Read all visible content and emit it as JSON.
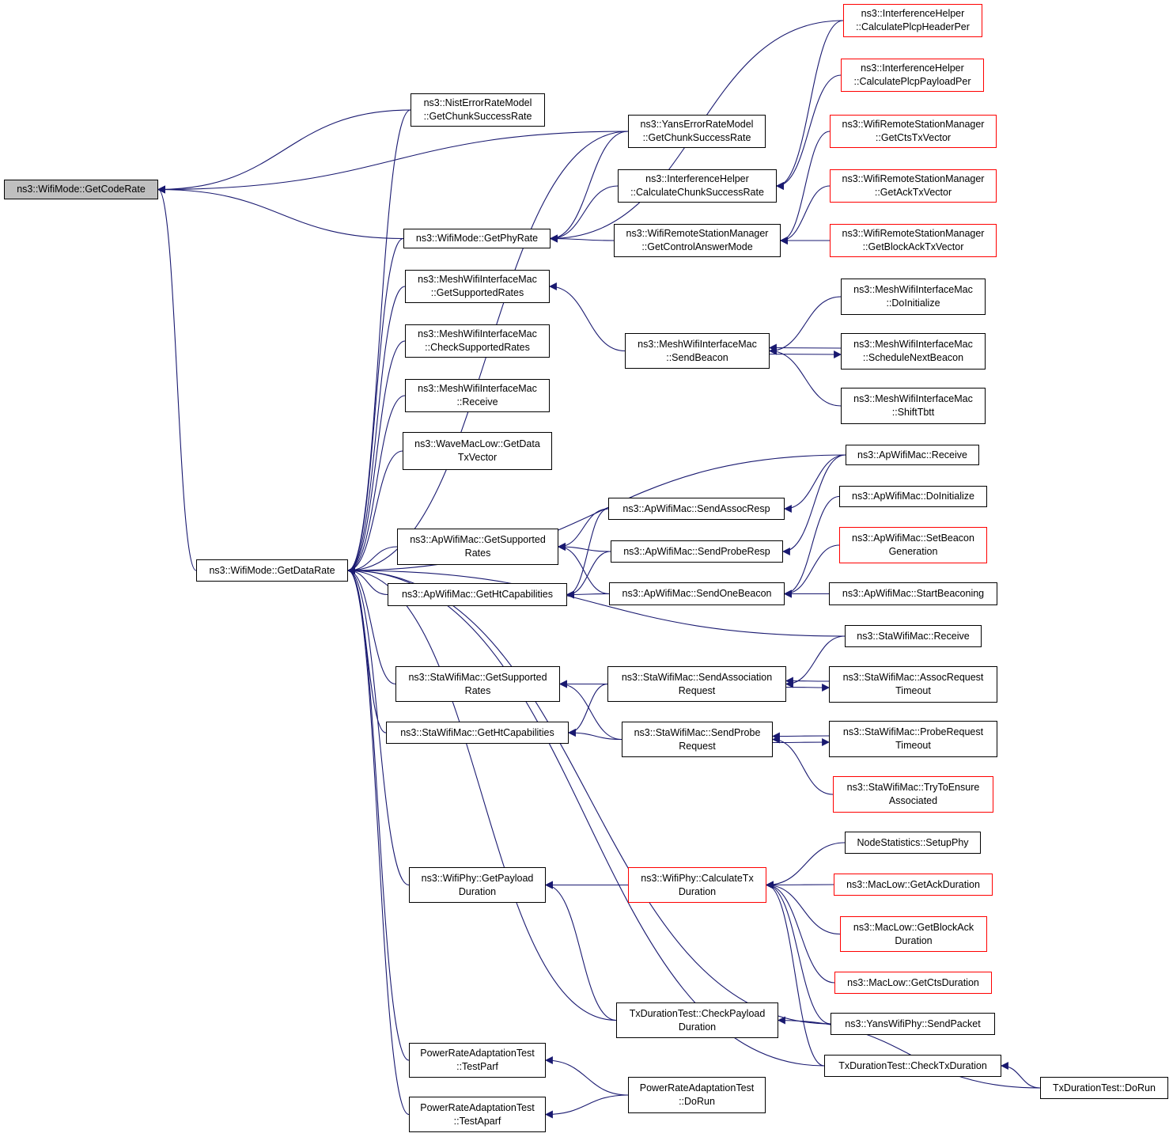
{
  "colors": {
    "edge": "#191970",
    "node_border": "#000000",
    "node_border_incomplete": "#ff0000",
    "root_fill": "#bfbfbf"
  },
  "nodes": {
    "get_code_rate": {
      "lines": [
        "ns3::WifiMode::GetCodeRate"
      ],
      "style": "root"
    },
    "nist_chunk": {
      "lines": [
        "ns3::NistErrorRateModel",
        "::GetChunkSuccessRate"
      ],
      "style": "normal"
    },
    "yans_chunk": {
      "lines": [
        "ns3::YansErrorRateModel",
        "::GetChunkSuccessRate"
      ],
      "style": "normal"
    },
    "interf_chunk": {
      "lines": [
        "ns3::InterferenceHelper",
        "::CalculateChunkSuccessRate"
      ],
      "style": "normal"
    },
    "interf_header": {
      "lines": [
        "ns3::InterferenceHelper",
        "::CalculatePlcpHeaderPer"
      ],
      "style": "red"
    },
    "interf_payload": {
      "lines": [
        "ns3::InterferenceHelper",
        "::CalculatePlcpPayloadPer"
      ],
      "style": "red"
    },
    "get_phy_rate": {
      "lines": [
        "ns3::WifiMode::GetPhyRate"
      ],
      "style": "normal"
    },
    "rsm_control": {
      "lines": [
        "ns3::WifiRemoteStationManager",
        "::GetControlAnswerMode"
      ],
      "style": "normal"
    },
    "rsm_cts": {
      "lines": [
        "ns3::WifiRemoteStationManager",
        "::GetCtsTxVector"
      ],
      "style": "red"
    },
    "rsm_ack": {
      "lines": [
        "ns3::WifiRemoteStationManager",
        "::GetAckTxVector"
      ],
      "style": "red"
    },
    "rsm_blockack": {
      "lines": [
        "ns3::WifiRemoteStationManager",
        "::GetBlockAckTxVector"
      ],
      "style": "red"
    },
    "mesh_get_supported": {
      "lines": [
        "ns3::MeshWifiInterfaceMac",
        "::GetSupportedRates"
      ],
      "style": "normal"
    },
    "mesh_check_supported": {
      "lines": [
        "ns3::MeshWifiInterfaceMac",
        "::CheckSupportedRates"
      ],
      "style": "normal"
    },
    "mesh_receive": {
      "lines": [
        "ns3::MeshWifiInterfaceMac",
        "::Receive"
      ],
      "style": "normal"
    },
    "mesh_send_beacon": {
      "lines": [
        "ns3::MeshWifiInterfaceMac",
        "::SendBeacon"
      ],
      "style": "normal"
    },
    "mesh_doinit": {
      "lines": [
        "ns3::MeshWifiInterfaceMac",
        "::DoInitialize"
      ],
      "style": "normal"
    },
    "mesh_schedule": {
      "lines": [
        "ns3::MeshWifiInterfaceMac",
        "::ScheduleNextBeacon"
      ],
      "style": "normal"
    },
    "mesh_shift": {
      "lines": [
        "ns3::MeshWifiInterfaceMac",
        "::ShiftTbtt"
      ],
      "style": "normal"
    },
    "wave_get_data": {
      "lines": [
        "ns3::WaveMacLow::GetData",
        "TxVector"
      ],
      "style": "normal"
    },
    "get_data_rate": {
      "lines": [
        "ns3::WifiMode::GetDataRate"
      ],
      "style": "normal"
    },
    "ap_receive": {
      "lines": [
        "ns3::ApWifiMac::Receive"
      ],
      "style": "normal"
    },
    "ap_send_assoc": {
      "lines": [
        "ns3::ApWifiMac::SendAssocResp"
      ],
      "style": "normal"
    },
    "ap_doinit": {
      "lines": [
        "ns3::ApWifiMac::DoInitialize"
      ],
      "style": "normal"
    },
    "ap_get_supported": {
      "lines": [
        "ns3::ApWifiMac::GetSupported",
        "Rates"
      ],
      "style": "normal"
    },
    "ap_send_probe": {
      "lines": [
        "ns3::ApWifiMac::SendProbeResp"
      ],
      "style": "normal"
    },
    "ap_set_beacon": {
      "lines": [
        "ns3::ApWifiMac::SetBeacon",
        "Generation"
      ],
      "style": "red"
    },
    "ap_get_ht": {
      "lines": [
        "ns3::ApWifiMac::GetHtCapabilities"
      ],
      "style": "normal"
    },
    "ap_send_one_beacon": {
      "lines": [
        "ns3::ApWifiMac::SendOneBeacon"
      ],
      "style": "normal"
    },
    "ap_start_beaconing": {
      "lines": [
        "ns3::ApWifiMac::StartBeaconing"
      ],
      "style": "normal"
    },
    "sta_receive": {
      "lines": [
        "ns3::StaWifiMac::Receive"
      ],
      "style": "normal"
    },
    "sta_get_supported": {
      "lines": [
        "ns3::StaWifiMac::GetSupported",
        "Rates"
      ],
      "style": "normal"
    },
    "sta_send_assoc": {
      "lines": [
        "ns3::StaWifiMac::SendAssociation",
        "Request"
      ],
      "style": "normal"
    },
    "sta_assoc_timeout": {
      "lines": [
        "ns3::StaWifiMac::AssocRequest",
        "Timeout"
      ],
      "style": "normal"
    },
    "sta_get_ht": {
      "lines": [
        "ns3::StaWifiMac::GetHtCapabilities"
      ],
      "style": "normal"
    },
    "sta_send_probe": {
      "lines": [
        "ns3::StaWifiMac::SendProbe",
        "Request"
      ],
      "style": "normal"
    },
    "sta_probe_timeout": {
      "lines": [
        "ns3::StaWifiMac::ProbeRequest",
        "Timeout"
      ],
      "style": "normal"
    },
    "sta_try_ensure": {
      "lines": [
        "ns3::StaWifiMac::TryToEnsure",
        "Associated"
      ],
      "style": "red"
    },
    "node_setup_phy": {
      "lines": [
        "NodeStatistics::SetupPhy"
      ],
      "style": "normal"
    },
    "phy_get_payload": {
      "lines": [
        "ns3::WifiPhy::GetPayload",
        "Duration"
      ],
      "style": "normal"
    },
    "phy_calc_tx": {
      "lines": [
        "ns3::WifiPhy::CalculateTx",
        "Duration"
      ],
      "style": "red"
    },
    "maclow_ack": {
      "lines": [
        "ns3::MacLow::GetAckDuration"
      ],
      "style": "red"
    },
    "maclow_blockack": {
      "lines": [
        "ns3::MacLow::GetBlockAck",
        "Duration"
      ],
      "style": "red"
    },
    "maclow_cts": {
      "lines": [
        "ns3::MacLow::GetCtsDuration"
      ],
      "style": "red"
    },
    "tx_check_payload": {
      "lines": [
        "TxDurationTest::CheckPayload",
        "Duration"
      ],
      "style": "normal"
    },
    "yans_send": {
      "lines": [
        "ns3::YansWifiPhy::SendPacket"
      ],
      "style": "normal"
    },
    "tx_check_tx": {
      "lines": [
        "TxDurationTest::CheckTxDuration"
      ],
      "style": "normal"
    },
    "tx_dorun": {
      "lines": [
        "TxDurationTest::DoRun"
      ],
      "style": "normal"
    },
    "pra_testparf": {
      "lines": [
        "PowerRateAdaptationTest",
        "::TestParf"
      ],
      "style": "normal"
    },
    "pra_dorun": {
      "lines": [
        "PowerRateAdaptationTest",
        "::DoRun"
      ],
      "style": "normal"
    },
    "pra_testaparf": {
      "lines": [
        "PowerRateAdaptationTest",
        "::TestAparf"
      ],
      "style": "normal"
    }
  },
  "edges": [
    [
      "nist_chunk",
      "get_code_rate"
    ],
    [
      "yans_chunk",
      "get_code_rate"
    ],
    [
      "get_phy_rate",
      "get_code_rate"
    ],
    [
      "get_data_rate",
      "get_code_rate"
    ],
    [
      "interf_chunk",
      "get_phy_rate"
    ],
    [
      "yans_chunk",
      "get_phy_rate"
    ],
    [
      "interf_header",
      "get_phy_rate"
    ],
    [
      "rsm_control",
      "get_phy_rate"
    ],
    [
      "interf_header",
      "interf_chunk"
    ],
    [
      "interf_payload",
      "interf_chunk"
    ],
    [
      "rsm_cts",
      "rsm_control"
    ],
    [
      "rsm_ack",
      "rsm_control"
    ],
    [
      "rsm_blockack",
      "rsm_control"
    ],
    [
      "mesh_send_beacon",
      "mesh_get_supported"
    ],
    [
      "mesh_doinit",
      "mesh_send_beacon"
    ],
    [
      "mesh_schedule",
      "mesh_send_beacon"
    ],
    [
      "mesh_send_beacon",
      "mesh_schedule"
    ],
    [
      "mesh_shift",
      "mesh_send_beacon"
    ],
    [
      "nist_chunk",
      "get_data_rate"
    ],
    [
      "yans_chunk",
      "get_data_rate"
    ],
    [
      "get_phy_rate",
      "get_data_rate"
    ],
    [
      "mesh_get_supported",
      "get_data_rate"
    ],
    [
      "mesh_check_supported",
      "get_data_rate"
    ],
    [
      "mesh_receive",
      "get_data_rate"
    ],
    [
      "wave_get_data",
      "get_data_rate"
    ],
    [
      "ap_receive",
      "get_data_rate"
    ],
    [
      "ap_get_supported",
      "get_data_rate"
    ],
    [
      "ap_get_ht",
      "get_data_rate"
    ],
    [
      "sta_receive",
      "get_data_rate"
    ],
    [
      "sta_get_supported",
      "get_data_rate"
    ],
    [
      "sta_get_ht",
      "get_data_rate"
    ],
    [
      "phy_get_payload",
      "get_data_rate"
    ],
    [
      "tx_check_payload",
      "get_data_rate"
    ],
    [
      "yans_send",
      "get_data_rate"
    ],
    [
      "tx_check_tx",
      "get_data_rate"
    ],
    [
      "pra_testparf",
      "get_data_rate"
    ],
    [
      "pra_testaparf",
      "get_data_rate"
    ],
    [
      "ap_send_assoc",
      "ap_get_supported"
    ],
    [
      "ap_send_probe",
      "ap_get_supported"
    ],
    [
      "ap_send_one_beacon",
      "ap_get_supported"
    ],
    [
      "ap_send_assoc",
      "ap_get_ht"
    ],
    [
      "ap_send_probe",
      "ap_get_ht"
    ],
    [
      "ap_send_one_beacon",
      "ap_get_ht"
    ],
    [
      "ap_receive",
      "ap_send_assoc"
    ],
    [
      "ap_receive",
      "ap_send_probe"
    ],
    [
      "ap_doinit",
      "ap_send_one_beacon"
    ],
    [
      "ap_set_beacon",
      "ap_send_one_beacon"
    ],
    [
      "ap_start_beaconing",
      "ap_send_one_beacon"
    ],
    [
      "sta_send_assoc",
      "sta_get_supported"
    ],
    [
      "sta_send_probe",
      "sta_get_supported"
    ],
    [
      "sta_send_assoc",
      "sta_get_ht"
    ],
    [
      "sta_send_probe",
      "sta_get_ht"
    ],
    [
      "sta_receive",
      "sta_send_assoc"
    ],
    [
      "sta_assoc_timeout",
      "sta_send_assoc"
    ],
    [
      "sta_send_assoc",
      "sta_assoc_timeout"
    ],
    [
      "sta_probe_timeout",
      "sta_send_probe"
    ],
    [
      "sta_send_probe",
      "sta_probe_timeout"
    ],
    [
      "sta_try_ensure",
      "sta_send_probe"
    ],
    [
      "phy_calc_tx",
      "phy_get_payload"
    ],
    [
      "tx_check_payload",
      "phy_get_payload"
    ],
    [
      "node_setup_phy",
      "phy_calc_tx"
    ],
    [
      "maclow_ack",
      "phy_calc_tx"
    ],
    [
      "maclow_blockack",
      "phy_calc_tx"
    ],
    [
      "maclow_cts",
      "phy_calc_tx"
    ],
    [
      "yans_send",
      "phy_calc_tx"
    ],
    [
      "tx_check_tx",
      "phy_calc_tx"
    ],
    [
      "tx_dorun",
      "tx_check_payload"
    ],
    [
      "tx_dorun",
      "tx_check_tx"
    ],
    [
      "pra_dorun",
      "pra_testparf"
    ],
    [
      "pra_dorun",
      "pra_testaparf"
    ]
  ]
}
